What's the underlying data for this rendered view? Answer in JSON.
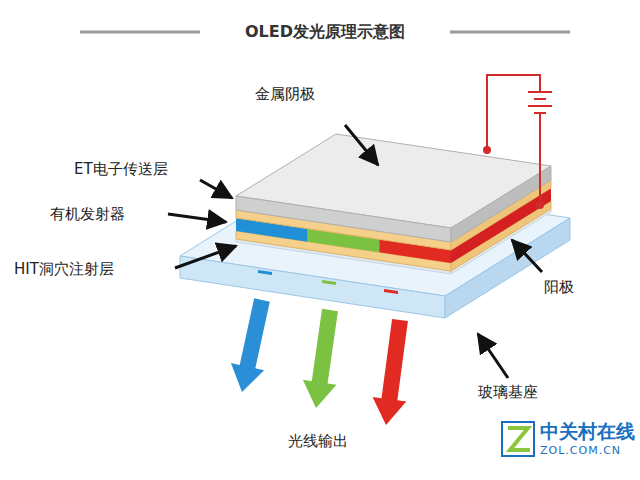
{
  "diagram": {
    "title": "OLED发光原理示意图",
    "labels": [
      "金属阴极",
      "ET电子传送层",
      "有机发射器",
      "HIT洞穴注射层",
      "阳极",
      "玻璃基座",
      "光线输出",
      "中关村在线",
      "ZOL.COM.CN"
    ]
  }
}
